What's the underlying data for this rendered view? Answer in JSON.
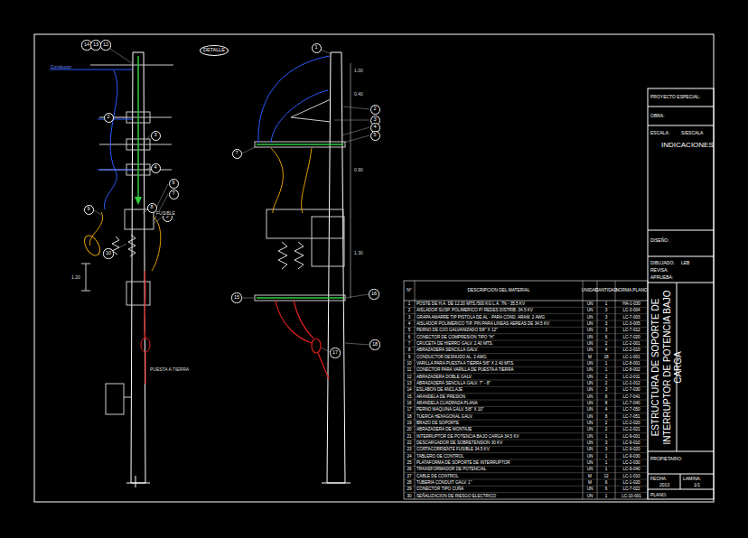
{
  "diagram": {
    "title": "ESTRUCTURA DE SOPORTE DE INTERRUPTOR DE POTENCIA BAJO CARGA",
    "nodes": [
      {
        "text": [
          "DETALLE"
        ]
      },
      {
        "text": [
          "14"
        ]
      },
      {
        "text": [
          "13"
        ]
      },
      {
        "text": [
          "12"
        ]
      },
      {
        "text": [
          "2"
        ]
      },
      {
        "text": [
          "3"
        ]
      },
      {
        "text": [
          "4"
        ]
      },
      {
        "text": [
          "6"
        ]
      },
      {
        "text": [
          "7"
        ]
      },
      {
        "text": [
          "9"
        ]
      },
      {
        "text": [
          "10"
        ]
      },
      {
        "text": [
          "5"
        ]
      },
      {
        "text": [
          "8"
        ]
      },
      {
        "text": [
          "1"
        ]
      },
      {
        "text": [
          "2"
        ]
      },
      {
        "text": [
          "3"
        ]
      },
      {
        "text": [
          "4"
        ]
      },
      {
        "text": [
          "5"
        ]
      },
      {
        "text": [
          "7"
        ]
      },
      {
        "text": [
          "15"
        ]
      },
      {
        "text": [
          "16"
        ]
      },
      {
        "text": [
          "17"
        ]
      },
      {
        "text": [
          "18"
        ]
      }
    ],
    "labels": [
      "N°",
      "DESCRIPCION DEL MATERIAL",
      "UNIDAD",
      "CANTIDAD",
      "NORMA PLANO",
      "1",
      "POSTE DE H.A. DE 12.20 MTS./500 KG L.A. 7N - 35.5 KV",
      "UN",
      "1",
      "HA-1-030",
      "2",
      "AISLADOR SUSP. POLIMERICO P/ REDES DISTRIB. 34.5 KV",
      "UN",
      "3",
      "LC-3-004",
      "3",
      "GRAPA AMARRE TIP PISTOLA DE AL - PARA COND. ARAM. 2 AWG",
      "UN",
      "3",
      "LC-7-003",
      "4",
      "AISLADOR POLIMERICO TIP. PIN PARA LINEAS AEREAS DE 34.5 KV",
      "UN",
      "3",
      "LC-3-005",
      "5",
      "PERNO DE OJO GALVANIZADO 5/8\" X 12\"",
      "UN",
      "3",
      "LC-7-012",
      "6",
      "CONECTOR DE COMPRESION TIPO \"H\"",
      "UN",
      "6",
      "LC-7-020",
      "7",
      "CRUCETA DE HIERRO GALV. 2.40 MTS.",
      "UN",
      "2",
      "LC-2-001",
      "8",
      "ABRAZADERA SENCILLA GALV.",
      "UN",
      "4",
      "LC-2-010",
      "9",
      "CONDUCTOR DESNUDO AL. 2 AWG",
      "M",
      "18",
      "LC-1-001",
      "10",
      "VARILLA PARA PUESTA A TIERRA 5/8\" X 2.40 MTS.",
      "UN",
      "1",
      "LC-8-001",
      "11",
      "CONECTOR PARA VARILLA DE PUESTA A TIERRA",
      "UN",
      "1",
      "LC-8-002",
      "12",
      "ABRAZADERA DOBLE GALV.",
      "UN",
      "2",
      "LC-2-011",
      "13",
      "ABRAZADERA SENCILLA GALV. 7\" - 8\"",
      "UN",
      "2",
      "LC-2-012",
      "14",
      "ESLABON DE ANCLAJE",
      "UN",
      "3",
      "LC-7-030",
      "15",
      "ARANDELA DE PRESION",
      "UN",
      "8",
      "LC-7-041",
      "16",
      "ARANDELA CUADRADA PLANA",
      "UN",
      "8",
      "LC-7-040",
      "17",
      "PERNO MAQUINA GALV. 5/8\" X 10\"",
      "UN",
      "4",
      "LC-7-050",
      "18",
      "TUERCA HEXAGONAL GALV.",
      "UN",
      "8",
      "LC-7-051",
      "19",
      "BRAZO DE SOPORTE",
      "UN",
      "2",
      "LC-2-020",
      "20",
      "ABRAZADERA DE MONTAJE",
      "UN",
      "2",
      "LC-2-021",
      "21",
      "INTERRUPTOR DE POTENCIA BAJO CARGA 34.5 KV",
      "UN",
      "1",
      "LC-9-001",
      "22",
      "DESCARGADOR DE SOBRETENSION 30 KV",
      "UN",
      "3",
      "LC-9-010",
      "23",
      "CORTACORRIENTE FUSIBLE 34.5 KV",
      "UN",
      "3",
      "LC-9-020",
      "24",
      "TABLERO DE CONTROL",
      "UN",
      "1",
      "LC-9-030",
      "25",
      "PLATAFORMA DE SOPORTE DE INTERRUPTOR",
      "UN",
      "1",
      "LC-2-030",
      "26",
      "TRANSFORMADOR DE POTENCIAL",
      "UN",
      "1",
      "LC-9-040",
      "27",
      "CABLE DE CONTROL",
      "M",
      "12",
      "LC-1-010",
      "28",
      "TUBERIA CONDUIT GALV. 1\"",
      "M",
      "6",
      "LC-1-020",
      "29",
      "CONECTOR TIPO CUÑA",
      "UN",
      "6",
      "LC-7-022",
      "30",
      "SEÑALIZACION DE RIESGO ELECTRICO",
      "UN",
      "1",
      "LC-10-001",
      "PROYECTO ESPECIAL:",
      "OBRA:",
      "ESCALA:",
      "S/ESCALA",
      "INDICACIONES",
      "DISEÑO:",
      "DIBUJADO:",
      "LEB",
      "REVISA:",
      "APRUEBA:",
      "PROPIETARIO:",
      "FECHA:",
      "2013",
      "LAMINA:",
      "1/1",
      "PLANO:",
      "Conductor",
      "FUSIBLE",
      "PUESTA A TIERRA",
      "1.20",
      "1.00",
      "0.40",
      "0.90",
      "1.30"
    ]
  }
}
